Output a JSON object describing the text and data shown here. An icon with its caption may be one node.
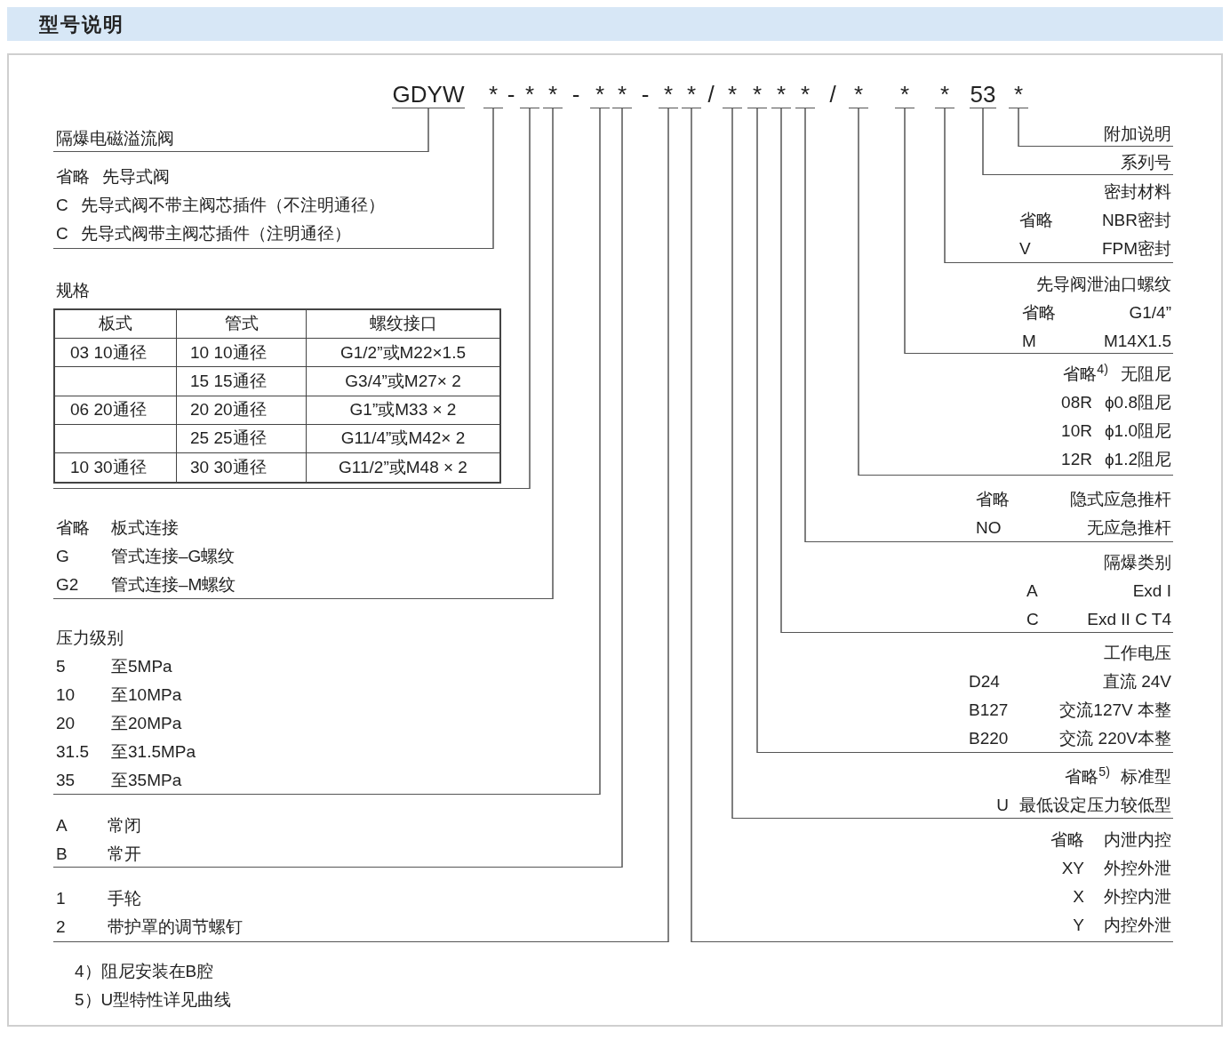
{
  "diagram": {
    "title": "型号说明",
    "nodes": [
      {
        "text": [
          "GDYW"
        ]
      },
      {
        "text": [
          "*"
        ]
      },
      {
        "text": [
          "*"
        ]
      },
      {
        "text": [
          "*"
        ]
      },
      {
        "text": [
          "*"
        ]
      },
      {
        "text": [
          "*"
        ]
      },
      {
        "text": [
          "*"
        ]
      },
      {
        "text": [
          "*"
        ]
      },
      {
        "text": [
          "*"
        ]
      },
      {
        "text": [
          "*"
        ]
      },
      {
        "text": [
          "*"
        ]
      },
      {
        "text": [
          "*"
        ]
      },
      {
        "text": [
          "*"
        ]
      },
      {
        "text": [
          "*"
        ]
      },
      {
        "text": [
          "*"
        ]
      },
      {
        "text": [
          "53"
        ]
      },
      {
        "text": [
          "*"
        ]
      },
      {
        "text": [
          "隔爆电磁溢流阀"
        ]
      },
      {
        "text": [
          "省略",
          "先导式阀",
          "C",
          "先导式阀不带主阀芯插件（不注明通径）",
          "C",
          "先导式阀带主阀芯插件（注明通径）"
        ]
      },
      {
        "text": [
          "规格"
        ]
      },
      {
        "text": [
          "省略",
          "板式连接",
          "G",
          "管式连接–G螺纹",
          "G2",
          "管式连接–M螺纹"
        ]
      },
      {
        "text": [
          "压力级别",
          "5",
          "至5MPa",
          "10",
          "至10MPa",
          "20",
          "至20MPa",
          "31.5",
          "至31.5MPa",
          "35",
          "至35MPa"
        ]
      },
      {
        "text": [
          "A",
          "常闭",
          "B",
          "常开"
        ]
      },
      {
        "text": [
          "1",
          "手轮",
          "2",
          "带护罩的调节螺钉"
        ]
      },
      {
        "text": [
          "省略",
          "内泄内控",
          "XY",
          "外控外泄",
          "X",
          "外控内泄",
          "Y",
          "内控外泄"
        ]
      },
      {
        "text": [
          "省略$^{5)}$",
          "标准型",
          "U",
          "最低设定压力较低型"
        ]
      },
      {
        "text": [
          "工作电压",
          "D24",
          "直流 24V",
          "B127",
          "交流127V 本整",
          "B220",
          "交流 220V本整"
        ]
      },
      {
        "text": [
          "隔爆类别",
          "A",
          "Exd I",
          "C",
          "Exd II C  T4"
        ]
      },
      {
        "text": [
          "省略",
          "隐式应急推杆",
          "NO",
          "无应急推杆"
        ]
      },
      {
        "text": [
          "省略$^{4)}$",
          "无阻尼",
          "08R",
          "ϕ0.8阻尼",
          "10R",
          "ϕ1.0阻尼",
          "12R",
          "ϕ1.2阻尼"
        ]
      },
      {
        "text": [
          "先导阀泄油口螺纹",
          "省略",
          "G1/4”",
          "M",
          "M14X1.5"
        ]
      },
      {
        "text": [
          "密封材料",
          "省略",
          "NBR密封",
          "V",
          "FPM密封"
        ]
      },
      {
        "text": [
          "系列号"
        ]
      },
      {
        "text": [
          "附加说明"
        ]
      }
    ],
    "edges": [
      {
        "from": 0,
        "to": 17,
        "arrow": "none"
      },
      {
        "from": 1,
        "to": 18,
        "arrow": "none"
      },
      {
        "from": 2,
        "to": 19,
        "arrow": "none"
      },
      {
        "from": 3,
        "to": 20,
        "arrow": "none"
      },
      {
        "from": 4,
        "to": 21,
        "arrow": "none"
      },
      {
        "from": 5,
        "to": 22,
        "arrow": "none"
      },
      {
        "from": 6,
        "to": 23,
        "arrow": "none"
      },
      {
        "from": 7,
        "to": 24,
        "arrow": "none"
      },
      {
        "from": 8,
        "to": 25,
        "arrow": "none"
      },
      {
        "from": 9,
        "to": 26,
        "arrow": "none"
      },
      {
        "from": 10,
        "to": 27,
        "arrow": "none"
      },
      {
        "from": 11,
        "to": 28,
        "arrow": "none"
      },
      {
        "from": 12,
        "to": 29,
        "arrow": "none"
      },
      {
        "from": 13,
        "to": 30,
        "arrow": "none"
      },
      {
        "from": 14,
        "to": 31,
        "arrow": "none"
      },
      {
        "from": 15,
        "to": 32,
        "arrow": "none"
      },
      {
        "from": 16,
        "to": 33,
        "arrow": "none"
      }
    ],
    "labels": [
      "-",
      "-",
      "-",
      "/",
      "/",
      "板式",
      "管式",
      "螺纹接口",
      "03 10通径",
      "10 10通径",
      "G1/2”或M22×1.5",
      "15 15通径",
      "G3/4”或M27× 2",
      "06 20通径",
      "20 20通径",
      "G1”或M33 × 2",
      "25 25通径",
      "G11/4”或M42× 2",
      "10 30通径",
      "30 30通径",
      "G11/2”或M48 × 2",
      "4）阻尼安装在B腔",
      "5）U型特性详见曲线"
    ]
  }
}
